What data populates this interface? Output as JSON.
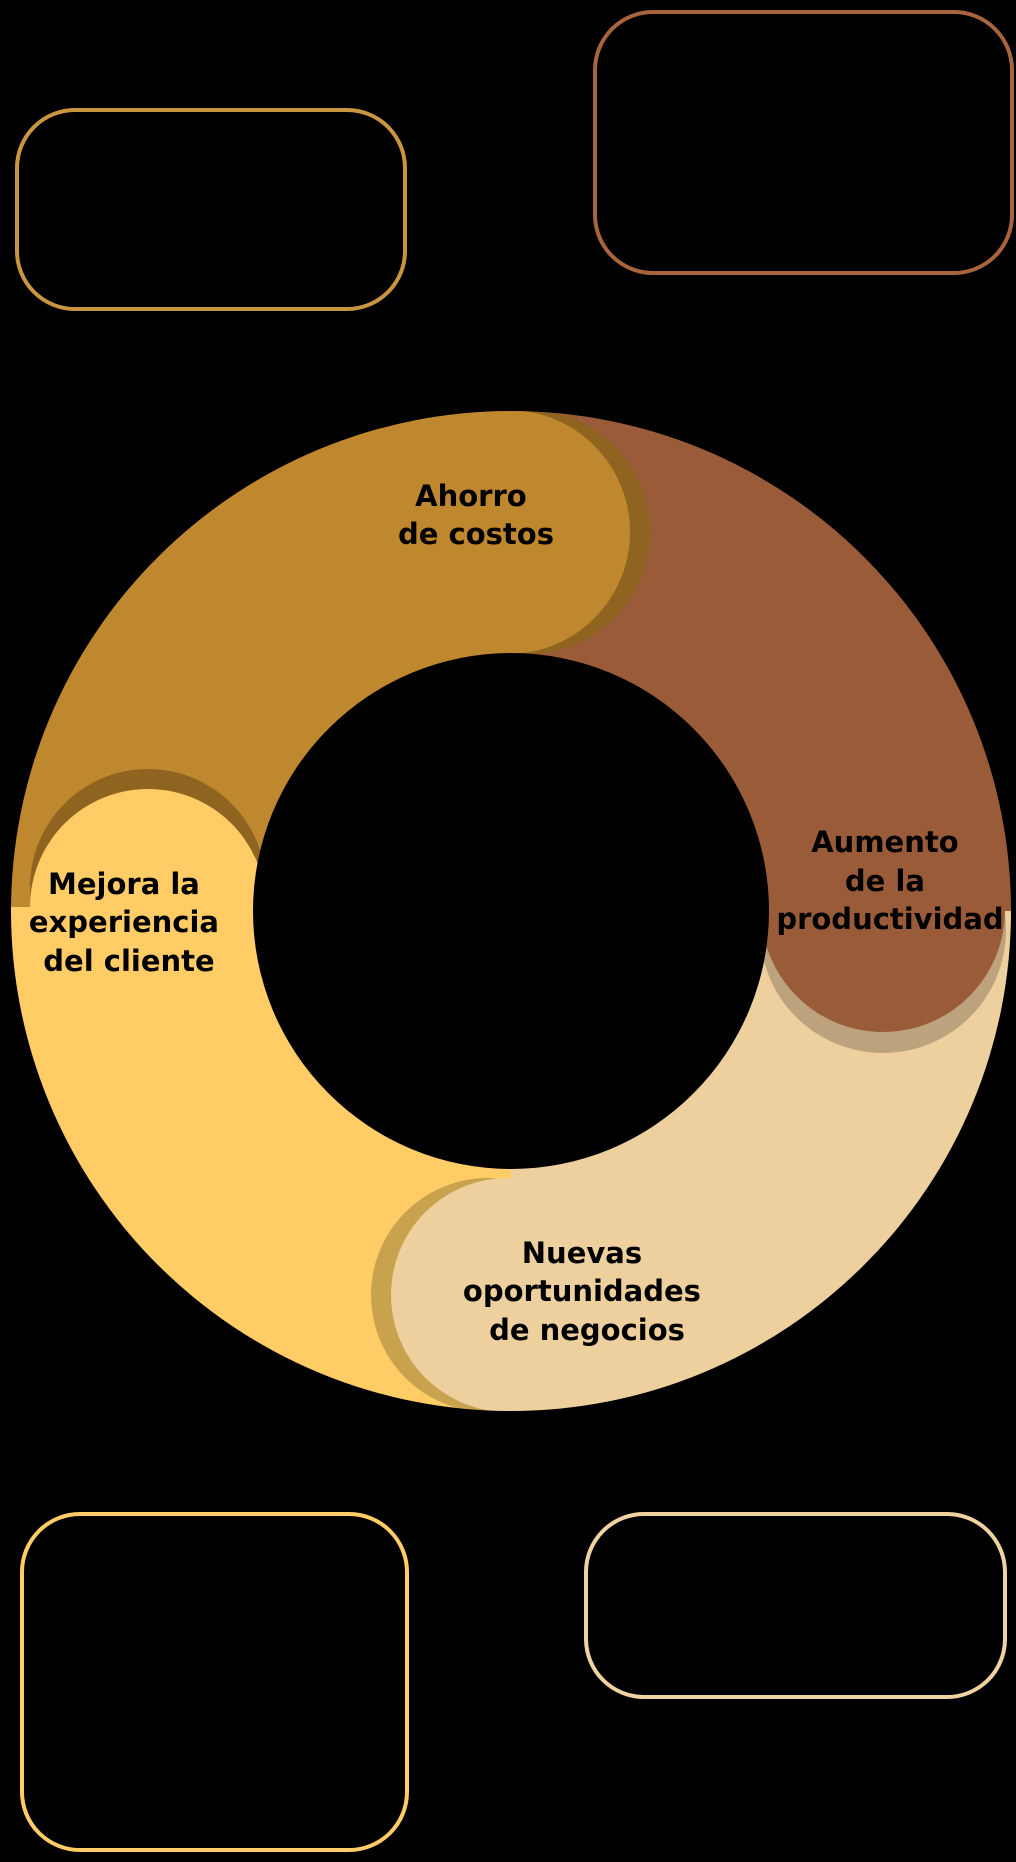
{
  "colors": {
    "background": "#000000",
    "ahorro": "#BF882F",
    "ahorro_shadow": "#8F6420",
    "aumento": "#9A5B39",
    "aumento_shadow": "#BCA27D",
    "nuevas": "#EED09E",
    "nuevas_shadow": "#C9A24E",
    "mejora": "#FFCC66",
    "box_top_left": "#C9963F",
    "box_top_right": "#A8643C",
    "box_bottom_left": "#FFCC66",
    "box_bottom_right": "#F0D3A0"
  },
  "cycle": {
    "segments": [
      {
        "id": "ahorro",
        "lines": [
          "Ahorro",
          "de costos"
        ]
      },
      {
        "id": "aumento",
        "lines": [
          "Aumento",
          "de la",
          "productividad"
        ]
      },
      {
        "id": "nuevas",
        "lines": [
          "Nuevas",
          "oportunidades",
          "de negocios"
        ]
      },
      {
        "id": "mejora",
        "lines": [
          "Mejora la",
          "experiencia",
          "del cliente"
        ]
      }
    ]
  }
}
